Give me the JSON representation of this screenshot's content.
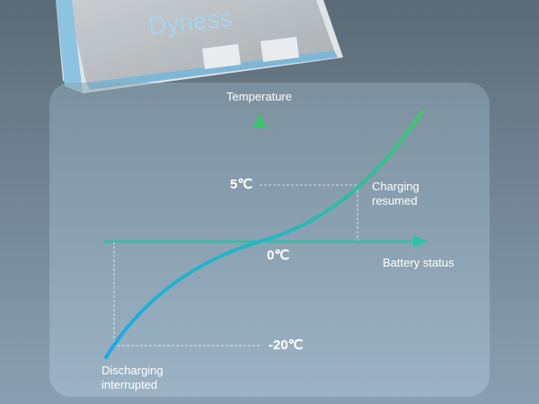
{
  "device": {
    "brand": "Dyness"
  },
  "diagram": {
    "y_axis_label": "Temperature",
    "x_axis_label": "Battery status",
    "tick_high": "5℃",
    "tick_zero": "0℃",
    "tick_low": "-20℃",
    "annotation_high": [
      "Charging",
      "resumed"
    ],
    "annotation_low": [
      "Discharging",
      "interrupted"
    ],
    "colors": {
      "curve_top": "#3cc86a",
      "curve_bottom": "#1aa8e8",
      "axis": "#2cc3a6"
    }
  }
}
